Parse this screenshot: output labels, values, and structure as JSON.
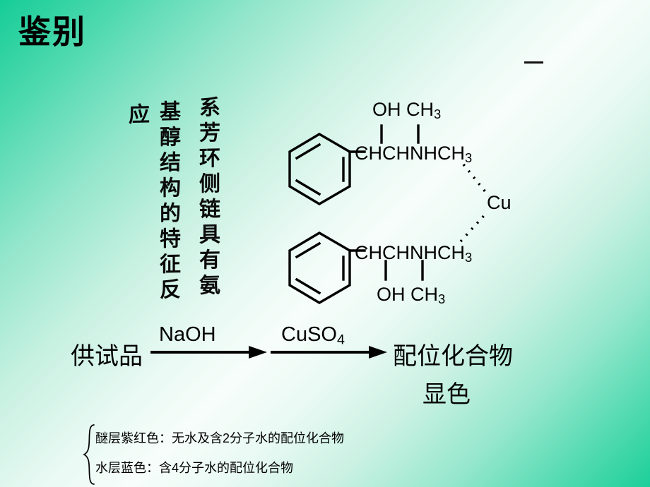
{
  "slide": {
    "title": "鉴别",
    "background_start_color": "#15cd97",
    "background_mid_color": "#f7fdfa",
    "background_end_color": "#1ccf9a",
    "text_color": "#000000"
  },
  "annotation": {
    "vertical_text_full": "系芳环侧链具有氨基醇结构的特征反应",
    "columns": [
      {
        "id": "col-right",
        "text": "系芳环侧链具有氨"
      },
      {
        "id": "col-middle",
        "text": "基醇结构的特征反"
      },
      {
        "id": "col-left",
        "text": "应"
      }
    ]
  },
  "structure": {
    "name": "ephedrine-copper-coordination-complex",
    "top_ligand": {
      "substituent_left": "OH",
      "substituent_right": "CH3",
      "chain": "CHCHNHCH",
      "chain_subscript": "3",
      "ring": "benzene"
    },
    "bottom_ligand": {
      "substituent_left": "OH",
      "substituent_right": "CH3",
      "chain": "CHCHNHCH",
      "chain_subscript": "3",
      "ring": "benzene"
    },
    "metal_center": "Cu",
    "bond_style_to_metal": "dotted"
  },
  "reaction": {
    "reactant": "供试品",
    "reagent_1": "NaOH",
    "reagent_2": "CuSO",
    "reagent_2_subscript": "4",
    "product_line_1": "配位化合物",
    "product_line_2": "显色"
  },
  "notes": {
    "line_1": "醚层紫红色：无水及含2分子水的配位化合物",
    "line_2": "水层蓝色：含4分子水的配位化合物"
  }
}
